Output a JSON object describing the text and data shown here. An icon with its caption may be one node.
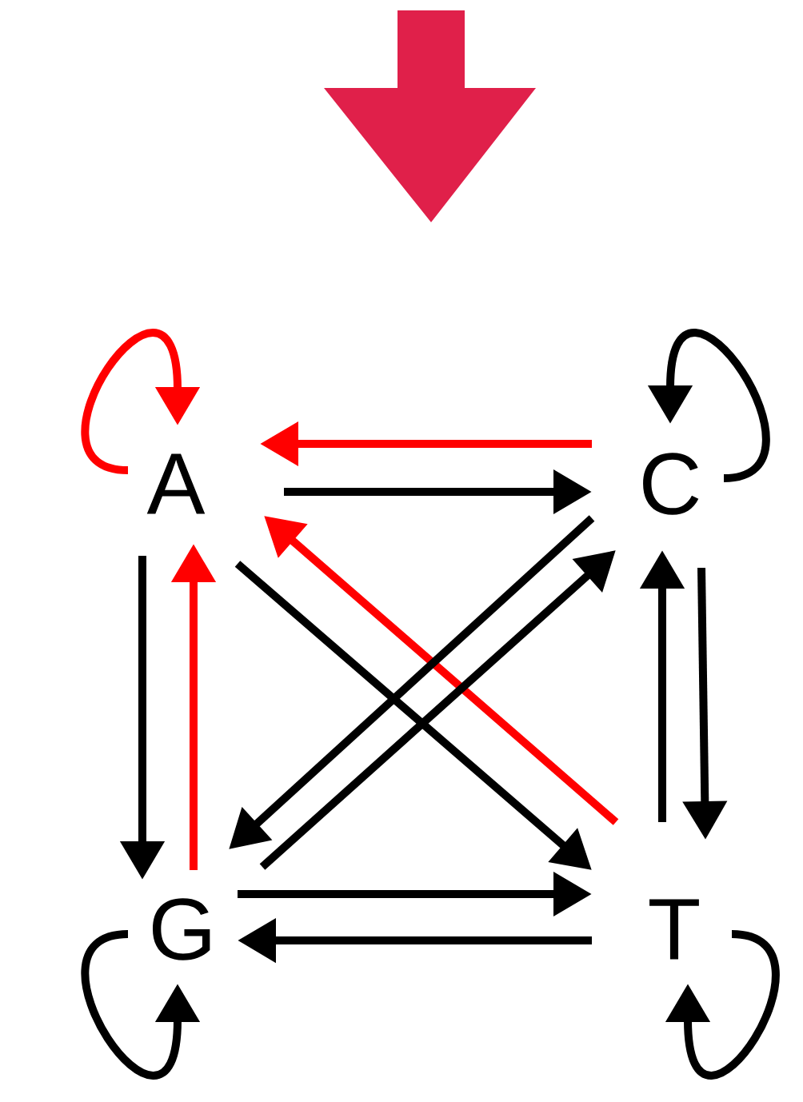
{
  "diagram": {
    "nodes": [
      {
        "text": [
          "A"
        ]
      },
      {
        "text": [
          "C"
        ]
      },
      {
        "text": [
          "G"
        ]
      },
      {
        "text": [
          "T"
        ]
      }
    ],
    "edges": [
      {
        "from": 0,
        "to": 0,
        "arrow": "to",
        "color": "#ff0000"
      },
      {
        "from": 1,
        "to": 1,
        "arrow": "to"
      },
      {
        "from": 2,
        "to": 2,
        "arrow": "to"
      },
      {
        "from": 3,
        "to": 3,
        "arrow": "to"
      },
      {
        "from": 1,
        "to": 0,
        "arrow": "to",
        "color": "#ff0000"
      },
      {
        "from": 0,
        "to": 1,
        "arrow": "to"
      },
      {
        "from": 0,
        "to": 2,
        "arrow": "to"
      },
      {
        "from": 2,
        "to": 0,
        "arrow": "to",
        "color": "#ff0000"
      },
      {
        "from": 0,
        "to": 3,
        "arrow": "to"
      },
      {
        "from": 3,
        "to": 0,
        "arrow": "to",
        "color": "#ff0000"
      },
      {
        "from": 1,
        "to": 2,
        "arrow": "to"
      },
      {
        "from": 2,
        "to": 1,
        "arrow": "to"
      },
      {
        "from": 1,
        "to": 3,
        "arrow": "to"
      },
      {
        "from": 3,
        "to": 1,
        "arrow": "to"
      },
      {
        "from": 2,
        "to": 3,
        "arrow": "to"
      },
      {
        "from": 3,
        "to": 2,
        "arrow": "to"
      }
    ]
  }
}
